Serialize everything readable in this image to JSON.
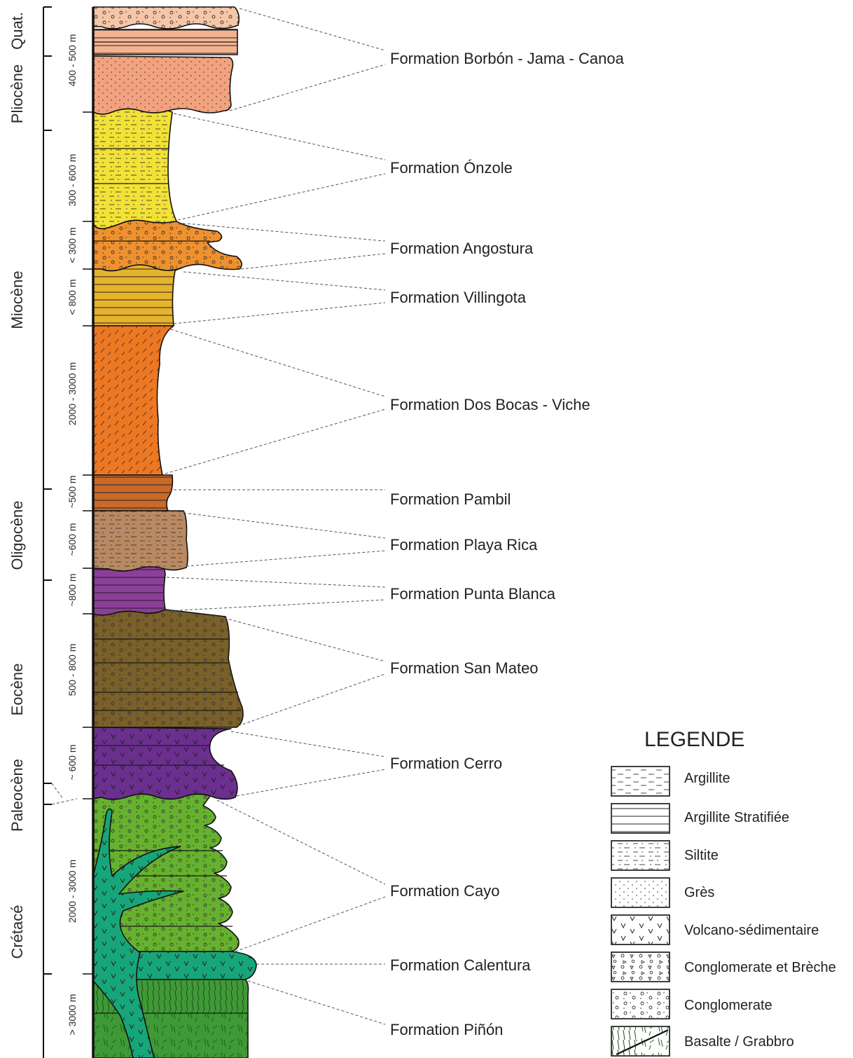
{
  "epochs": [
    {
      "label": "Quat."
    },
    {
      "label": "Pliocène"
    },
    {
      "label": "Miocène"
    },
    {
      "label": "Oligocène"
    },
    {
      "label": "Eocène"
    },
    {
      "label": "Paleocène"
    },
    {
      "label": "Crétacé"
    }
  ],
  "thicknesses": [
    {
      "label": "400 - 500 m"
    },
    {
      "label": "300 - 600 m"
    },
    {
      "label": "< 300 m"
    },
    {
      "label": "< 800 m"
    },
    {
      "label": "2000 - 3000 m"
    },
    {
      "label": "~500 m"
    },
    {
      "label": "~600 m"
    },
    {
      "label": "~800 m"
    },
    {
      "label": "500 - 800 m"
    },
    {
      "label": "~ 600 m"
    },
    {
      "label": "2000 - 3000 m"
    },
    {
      "label": "> 3000 m"
    }
  ],
  "formations": [
    {
      "label": "Formation Borbón - Jama - Canoa",
      "color": "#f2a27f"
    },
    {
      "label": "Formation Ónzole",
      "color": "#f3e236"
    },
    {
      "label": "Formation Angostura",
      "color": "#f0912f"
    },
    {
      "label": "Formation Villingota",
      "color": "#e6b32c"
    },
    {
      "label": "Formation Dos Bocas - Viche",
      "color": "#ee7722"
    },
    {
      "label": "Formation Pambil",
      "color": "#c9692a"
    },
    {
      "label": "Formation Playa Rica",
      "color": "#b98a62"
    },
    {
      "label": "Formation Punta Blanca",
      "color": "#8b3f98"
    },
    {
      "label": "Formation San Mateo",
      "color": "#7a6029"
    },
    {
      "label": "Formation Cerro",
      "color": "#6b2f8f"
    },
    {
      "label": "Formation Cayo",
      "color": "#66b22e"
    },
    {
      "label": "Formation Calentura",
      "color": "#17a679"
    },
    {
      "label": "Formation Piñón",
      "color": "#3f9a36"
    }
  ],
  "legend": {
    "title": "LEGENDE",
    "items": [
      {
        "label": "Argillite",
        "icon": "argillite-pattern-icon"
      },
      {
        "label": "Argillite Stratifiée",
        "icon": "stratified-argillite-pattern-icon"
      },
      {
        "label": "Siltite",
        "icon": "siltite-pattern-icon"
      },
      {
        "label": "Grès",
        "icon": "sandstone-pattern-icon"
      },
      {
        "label": "Volcano-sédimentaire",
        "icon": "volcano-sedimentary-pattern-icon"
      },
      {
        "label": "Conglomerate et Brèche",
        "icon": "conglomerate-breccia-pattern-icon"
      },
      {
        "label": "Conglomerate",
        "icon": "conglomerate-pattern-icon"
      },
      {
        "label": "Basalte / Grabbro",
        "icon": "basalt-gabbro-pattern-icon"
      }
    ]
  }
}
